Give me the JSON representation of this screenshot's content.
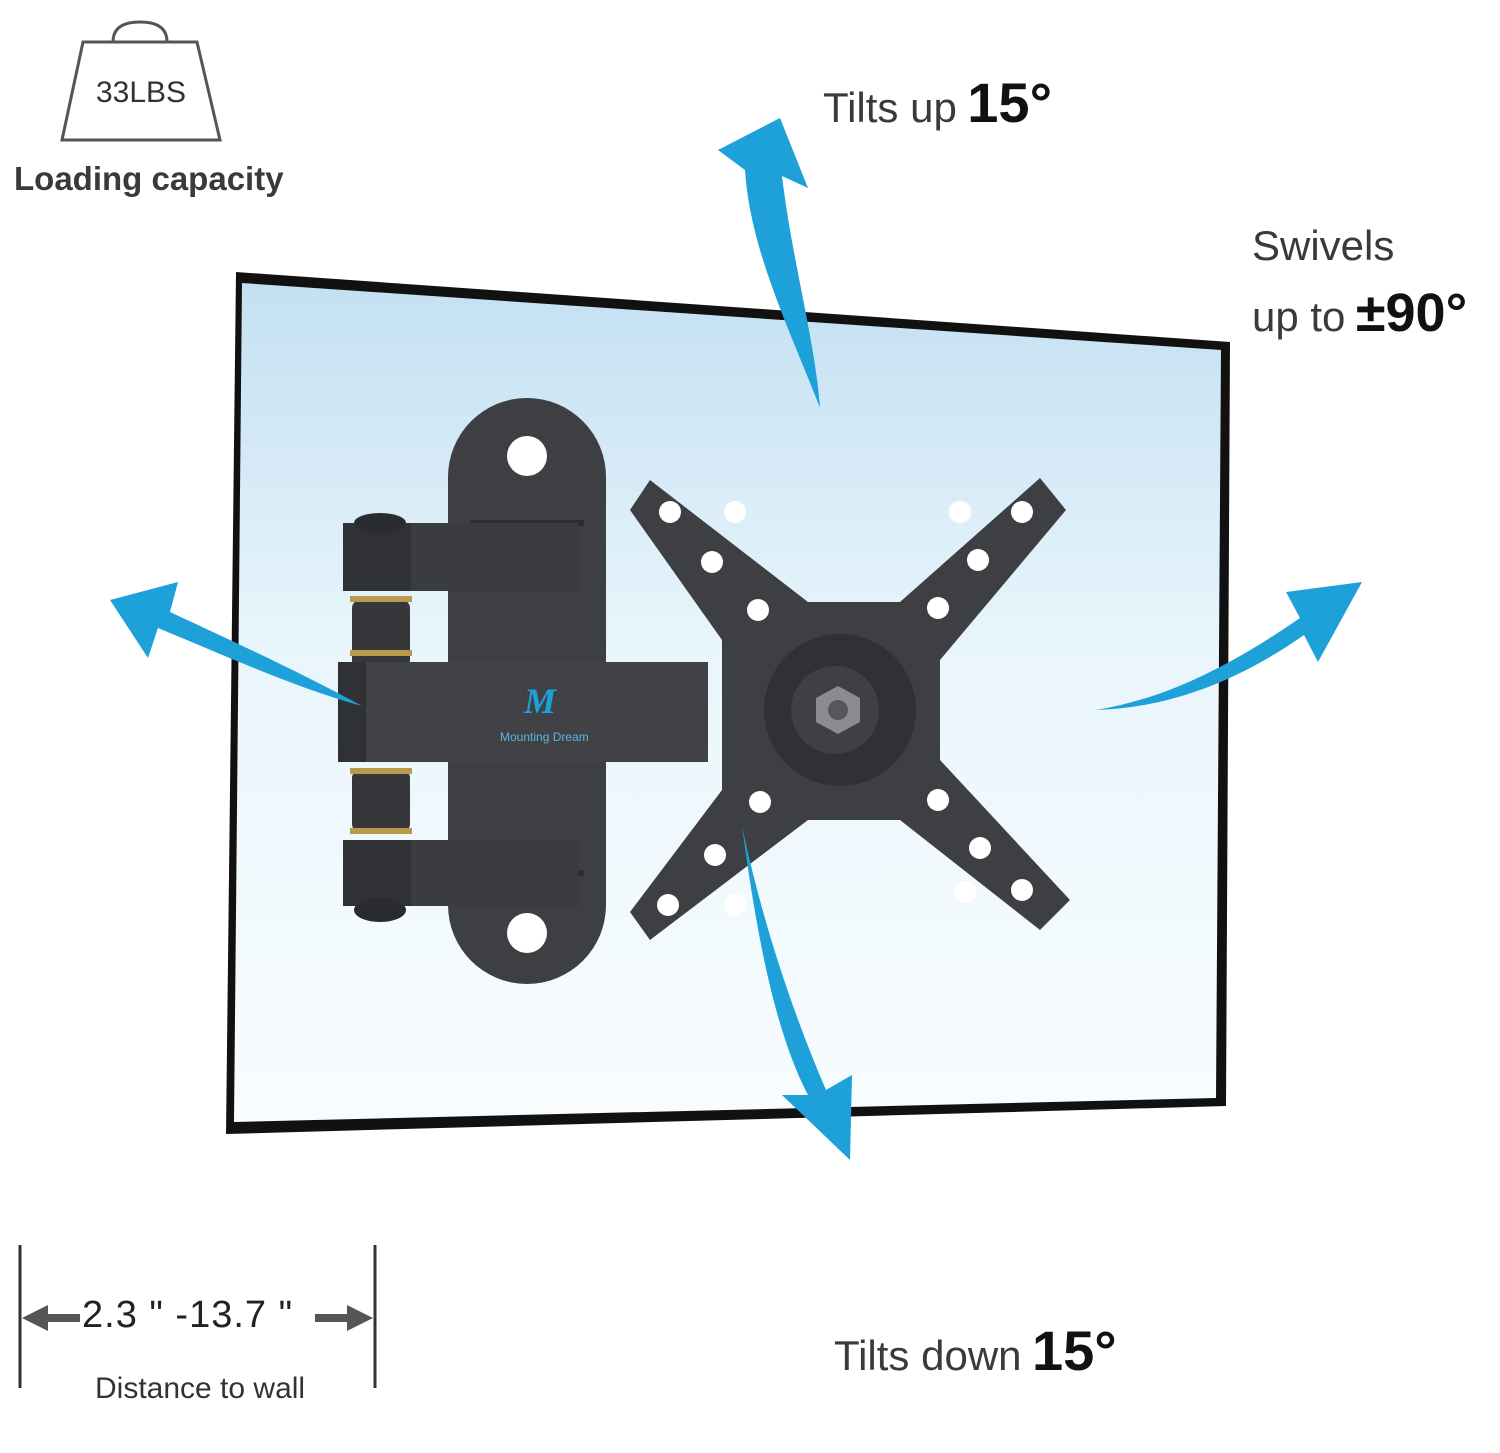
{
  "weight_badge": {
    "text": "33LBS",
    "caption": "Loading capacity"
  },
  "tilt_up": {
    "label": "Tilts up",
    "value": "15°"
  },
  "tilt_down": {
    "label": "Tilts down",
    "value": "15°"
  },
  "swivel": {
    "line1": "Swivels",
    "line2_label": "up to",
    "value": "±90°"
  },
  "distance": {
    "range": "2.3 \" -13.7 \"",
    "caption": "Distance to wall"
  },
  "brand": {
    "name": "Mounting Dream",
    "monogram": "M"
  },
  "colors": {
    "arrow": "#1ea0d8",
    "mount": "#3d3f42",
    "screen": "#cfe8f6",
    "frame": "#111111"
  },
  "icons": [
    "weight-icon",
    "tilt-up-arrow-icon",
    "tilt-down-arrow-icon",
    "swivel-left-arrow-icon",
    "swivel-right-arrow-icon",
    "dimension-arrow-icon"
  ]
}
